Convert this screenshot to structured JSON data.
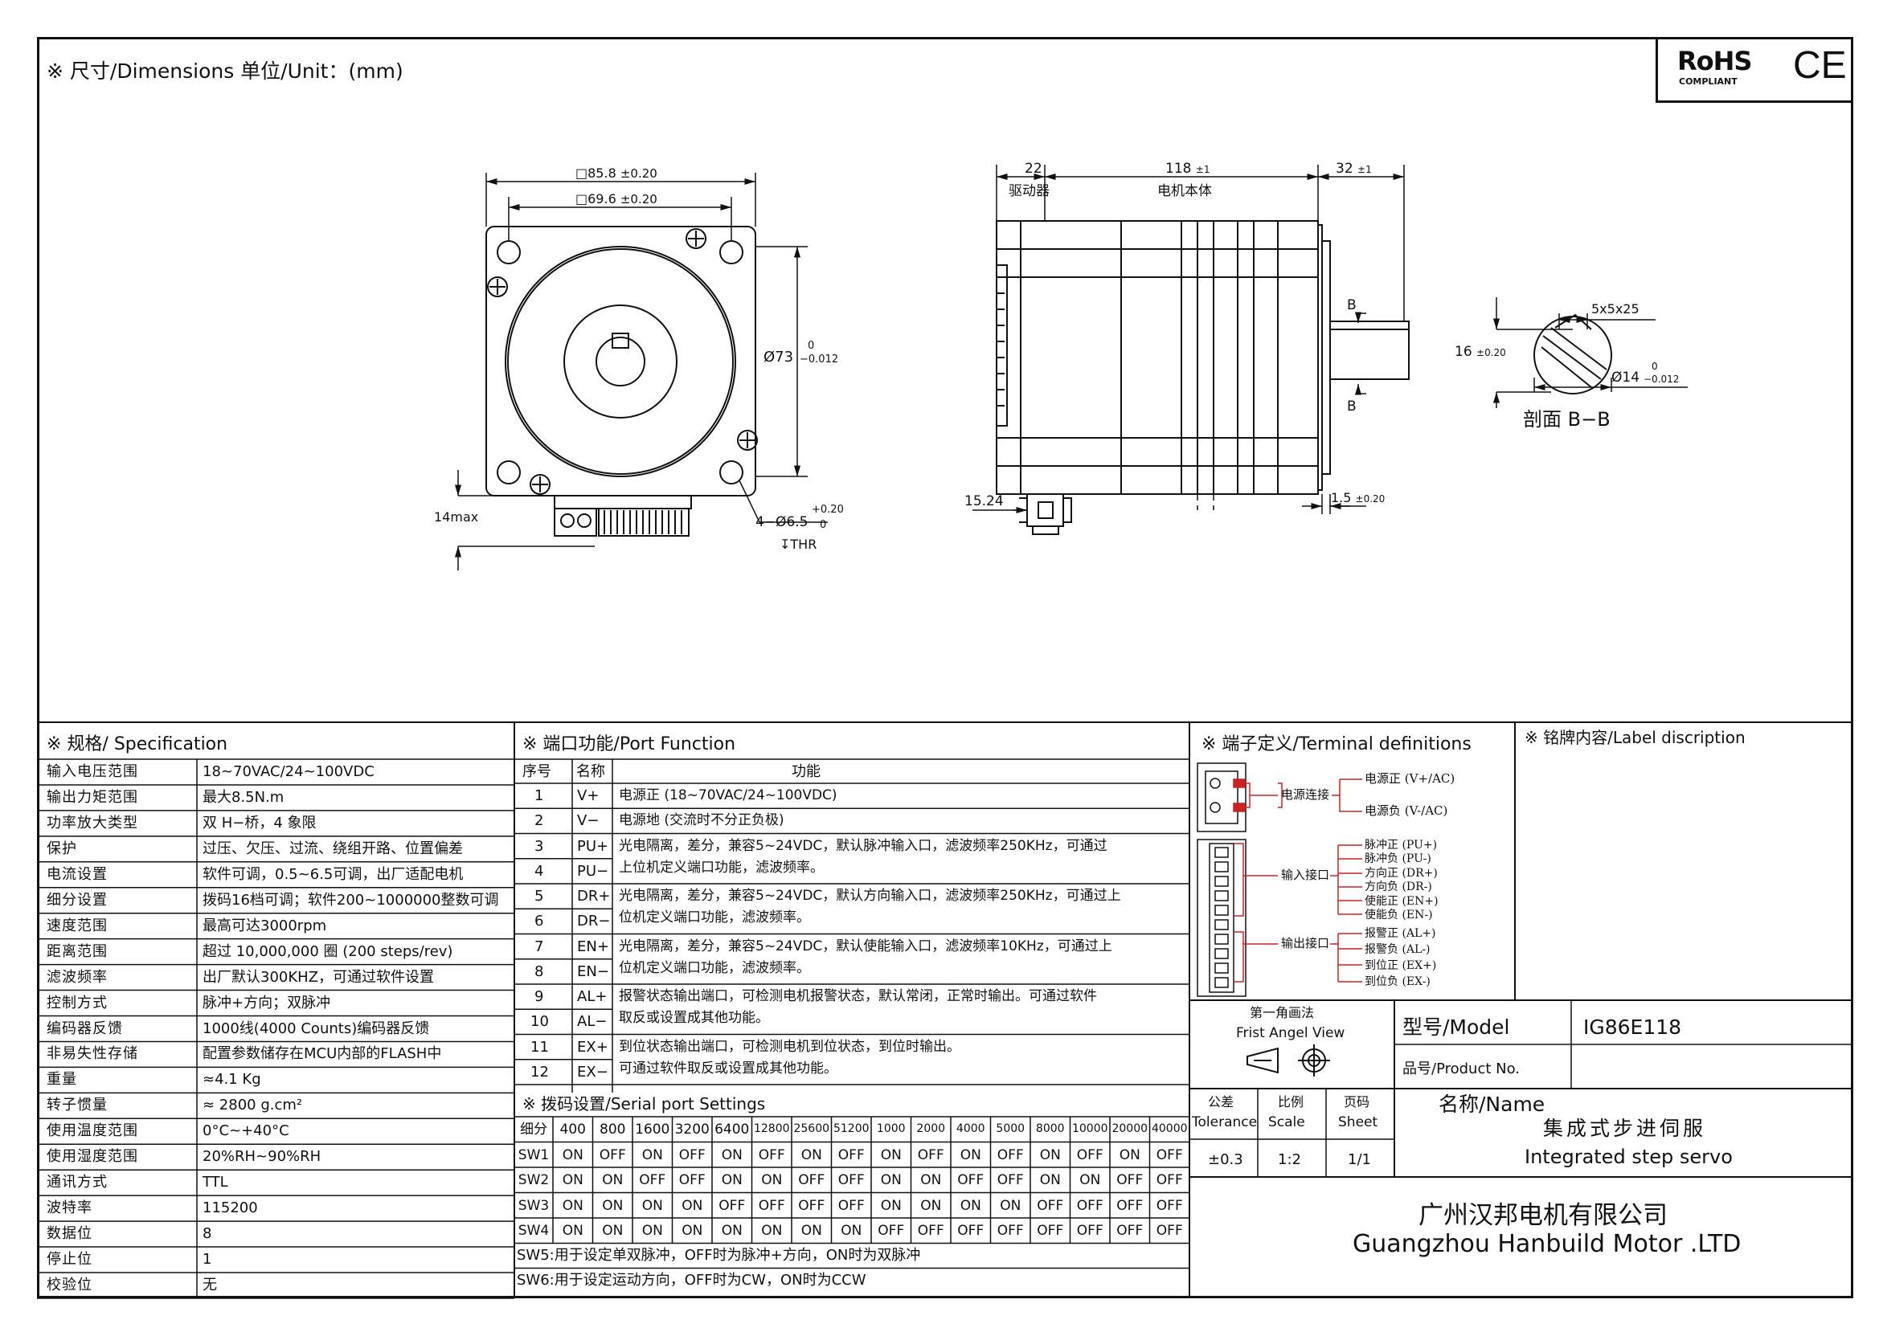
{
  "header": {
    "title": "※ 尺寸/Dimensions  单位/Unit：(mm)",
    "rohs": "RoHS",
    "rohs_sub": "COMPLIANT",
    "ce": "CE"
  },
  "front_view": {
    "dim_outer": "□85.8",
    "dim_outer_tol": "±0.20",
    "dim_inner": "□69.6",
    "dim_inner_tol": "±0.20",
    "dim_dia": "Ø73",
    "dim_dia_tol_up": "0",
    "dim_dia_tol_dn": "−0.012",
    "dim_holes": "4−Ø6.5",
    "dim_holes_tol_up": "+0.20",
    "dim_holes_tol_dn": "0",
    "thr": "↧THR",
    "dim_max": "14max"
  },
  "side_view": {
    "d22": "22",
    "drive": "驱动器",
    "d118": "118",
    "d118_tol": "±1",
    "body": "电机本体",
    "d32": "32",
    "d32_tol": "±1",
    "d1524": "15.24",
    "d15": "1.5",
    "d15_tol": "±0.20",
    "b_top": "B",
    "b_bot": "B"
  },
  "section": {
    "key": "5x5x25",
    "d16": "16",
    "d16_tol": "±0.20",
    "dia": "Ø14",
    "dia_up": "0",
    "dia_dn": "−0.012",
    "label": "剖面 B−B"
  },
  "spec": {
    "title": "※ 规格/ Specification",
    "rows": [
      [
        "输入电压范围",
        "18~70VAC/24~100VDC"
      ],
      [
        "输出力矩范围",
        "最大8.5N.m"
      ],
      [
        "功率放大类型",
        "双 H−桥，4 象限"
      ],
      [
        "保护",
        "过压、欠压、过流、绕组开路、位置偏差"
      ],
      [
        "电流设置",
        "软件可调，0.5~6.5可调，出厂适配电机"
      ],
      [
        "细分设置",
        "拨码16档可调；软件200~1000000整数可调"
      ],
      [
        "速度范围",
        "最高可达3000rpm"
      ],
      [
        "距离范围",
        "超过 10,000,000 圈 (200 steps/rev)"
      ],
      [
        "滤波频率",
        "出厂默认300KHZ，可通过软件设置"
      ],
      [
        "控制方式",
        "脉冲+方向；双脉冲"
      ],
      [
        "编码器反馈",
        "1000线(4000 Counts)编码器反馈"
      ],
      [
        "非易失性存储",
        "配置参数储存在MCU内部的FLASH中"
      ],
      [
        "重量",
        "≈4.1 Kg"
      ],
      [
        "转子惯量",
        "≈ 2800 g.cm²"
      ],
      [
        "使用温度范围",
        "0°C~+40°C"
      ],
      [
        "使用湿度范围",
        "20%RH~90%RH"
      ],
      [
        "通讯方式",
        "TTL"
      ],
      [
        "波特率",
        "115200"
      ],
      [
        "数据位",
        "8"
      ],
      [
        "停止位",
        "1"
      ],
      [
        "校验位",
        "无"
      ]
    ]
  },
  "port": {
    "title": "※ 端口功能/Port Function",
    "h_no": "序号",
    "h_name": "名称",
    "h_func": "功能",
    "rows": [
      [
        "1",
        "V+"
      ],
      [
        "2",
        "V−"
      ],
      [
        "3",
        "PU+"
      ],
      [
        "4",
        "PU−"
      ],
      [
        "5",
        "DR+"
      ],
      [
        "6",
        "DR−"
      ],
      [
        "7",
        "EN+"
      ],
      [
        "8",
        "EN−"
      ],
      [
        "9",
        "AL+"
      ],
      [
        "10",
        "AL−"
      ],
      [
        "11",
        "EX+"
      ],
      [
        "12",
        "EX−"
      ]
    ],
    "funcs": [
      {
        "row": 0,
        "span": 1,
        "l1": "电源正 (18~70VAC/24~100VDC)",
        "l2": ""
      },
      {
        "row": 1,
        "span": 1,
        "l1": "电源地 (交流时不分正负极)",
        "l2": ""
      },
      {
        "row": 2,
        "span": 2,
        "l1": "光电隔离，差分，兼容5~24VDC，默认脉冲输入口，滤波频率250KHz，可通过",
        "l2": "上位机定义端口功能，滤波频率。"
      },
      {
        "row": 4,
        "span": 2,
        "l1": "光电隔离，差分，兼容5~24VDC，默认方向输入口，滤波频率250KHz，可通过上",
        "l2": "位机定义端口功能，滤波频率。"
      },
      {
        "row": 6,
        "span": 2,
        "l1": "光电隔离，差分，兼容5~24VDC，默认使能输入口，滤波频率10KHz，可通过上",
        "l2": "位机定义端口功能，滤波频率。"
      },
      {
        "row": 8,
        "span": 2,
        "l1": "报警状态输出端口，可检测电机报警状态，默认常闭，正常时输出。可通过软件",
        "l2": "取反或设置成其他功能。"
      },
      {
        "row": 10,
        "span": 2,
        "l1": "到位状态输出端口，可检测电机到位状态，到位时输出。",
        "l2": "可通过软件取反或设置成其他功能。"
      }
    ]
  },
  "serial": {
    "title": "※ 拨码设置/Serial port Settings",
    "header": [
      "细分",
      "400",
      "800",
      "1600",
      "3200",
      "6400",
      "12800",
      "25600",
      "51200",
      "1000",
      "2000",
      "4000",
      "5000",
      "8000",
      "10000",
      "20000",
      "40000"
    ],
    "rows": [
      [
        "SW1",
        "ON",
        "OFF",
        "ON",
        "OFF",
        "ON",
        "OFF",
        "ON",
        "OFF",
        "ON",
        "OFF",
        "ON",
        "OFF",
        "ON",
        "OFF",
        "ON",
        "OFF"
      ],
      [
        "SW2",
        "ON",
        "ON",
        "OFF",
        "OFF",
        "ON",
        "ON",
        "OFF",
        "OFF",
        "ON",
        "ON",
        "OFF",
        "OFF",
        "ON",
        "ON",
        "OFF",
        "OFF"
      ],
      [
        "SW3",
        "ON",
        "ON",
        "ON",
        "ON",
        "OFF",
        "OFF",
        "OFF",
        "OFF",
        "ON",
        "ON",
        "ON",
        "ON",
        "OFF",
        "OFF",
        "OFF",
        "OFF"
      ],
      [
        "SW4",
        "ON",
        "ON",
        "ON",
        "ON",
        "ON",
        "ON",
        "ON",
        "ON",
        "OFF",
        "OFF",
        "OFF",
        "OFF",
        "OFF",
        "OFF",
        "OFF",
        "OFF"
      ]
    ],
    "sw5": "SW5:用于设定单双脉冲，OFF时为脉冲+方向，ON时为双脉冲",
    "sw6": "SW6:用于设定运动方向，OFF时为CW，ON时为CCW"
  },
  "terminal": {
    "title": "※ 端子定义/Terminal definitions",
    "power_group": "电源连接",
    "input_group": "输入接口",
    "output_group": "输出接口",
    "power": [
      "电源正 (V+/AC)",
      "电源负 (V-/AC)"
    ],
    "inputs": [
      "脉冲正 (PU+)",
      "脉冲负 (PU-)",
      "方向正 (DR+)",
      "方向负 (DR-)",
      "使能正 (EN+)",
      "使能负 (EN-)"
    ],
    "outputs": [
      "报警正 (AL+)",
      "报警负 (AL-)",
      "到位正 (EX+)",
      "到位负 (EX-)"
    ]
  },
  "label_desc": {
    "title": "※ 铭牌内容/Label discription"
  },
  "projection": {
    "cn": "第一角画法",
    "en": "Frist Angel View"
  },
  "title_block": {
    "model_label": "型号/Model",
    "model": "IG86E118",
    "product_label": "品号/Product No.",
    "product": "",
    "tol_cn": "公差",
    "tol_en": "Tolerance",
    "tol": "±0.3",
    "scale_cn": "比例",
    "scale_en": "Scale",
    "scale": "1:2",
    "sheet_cn": "页码",
    "sheet_en": "Sheet",
    "sheet": "1/1",
    "name_label": "名称/Name",
    "name_cn": "集成式步进伺服",
    "name_en": "Integrated step servo",
    "company_cn": "广州汉邦电机有限公司",
    "company_en": "Guangzhou Hanbuild Motor .LTD"
  }
}
